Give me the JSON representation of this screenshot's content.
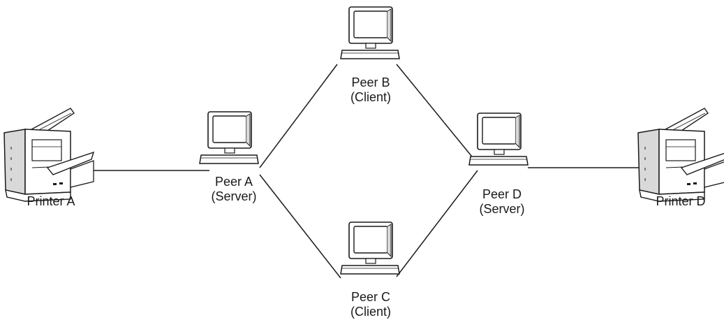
{
  "nodes": {
    "printer_a": {
      "name": "Printer A",
      "role": ""
    },
    "peer_a": {
      "name": "Peer A",
      "role": "(Server)"
    },
    "peer_b": {
      "name": "Peer B",
      "role": "(Client)"
    },
    "peer_c": {
      "name": "Peer C",
      "role": "(Client)"
    },
    "peer_d": {
      "name": "Peer D",
      "role": "(Server)"
    },
    "printer_d": {
      "name": "Printer D",
      "role": ""
    }
  },
  "connections": [
    {
      "from": "Printer A",
      "to": "Peer A"
    },
    {
      "from": "Peer A",
      "to": "Peer B"
    },
    {
      "from": "Peer A",
      "to": "Peer C"
    },
    {
      "from": "Peer B",
      "to": "Peer D"
    },
    {
      "from": "Peer C",
      "to": "Peer D"
    },
    {
      "from": "Peer D",
      "to": "Printer D"
    }
  ],
  "icons": {
    "computer": "computer-icon",
    "printer": "printer-icon"
  },
  "colors": {
    "line": "#1a1a1a",
    "icon_fill": "#ffffff",
    "icon_shade": "#d9d9d9"
  }
}
